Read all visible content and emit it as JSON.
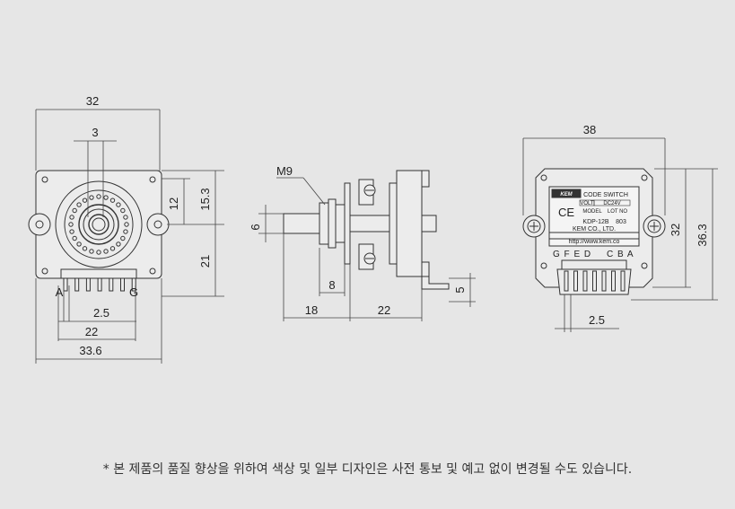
{
  "front": {
    "width": "32",
    "shaft": "3",
    "h12": "12",
    "h15_3": "15.3",
    "h21": "21",
    "pin_left": "A",
    "pin_right": "G",
    "pitch": "2.5",
    "pin_span": "22",
    "base_width": "33.6"
  },
  "side": {
    "thread": "M9",
    "shaft_dia": "6",
    "bushing": "8",
    "shaft_len": "18",
    "body_len": "22",
    "pin_len": "5"
  },
  "back": {
    "width": "38",
    "h32": "32",
    "h36_3": "36.3",
    "pitch": "2.5",
    "pins_left": "G F E D",
    "pins_right": "C B A",
    "label": {
      "brand": "KEM",
      "title": "CODE SWITCH",
      "code": "CE",
      "volt": "VOLT",
      "rating": "DC24V",
      "model": "MODEL",
      "lot": "LOT NO",
      "model_no": "KDP-12B",
      "lot_no": "803",
      "company": "KEM CO., LTD.",
      "url": "http://www.kem.co"
    }
  },
  "note": "* 본 제품의 품질 향상을 위하여 색상 및 일부 디자인은 사전 통보 및 예고 없이 변경될 수도 있습니다."
}
